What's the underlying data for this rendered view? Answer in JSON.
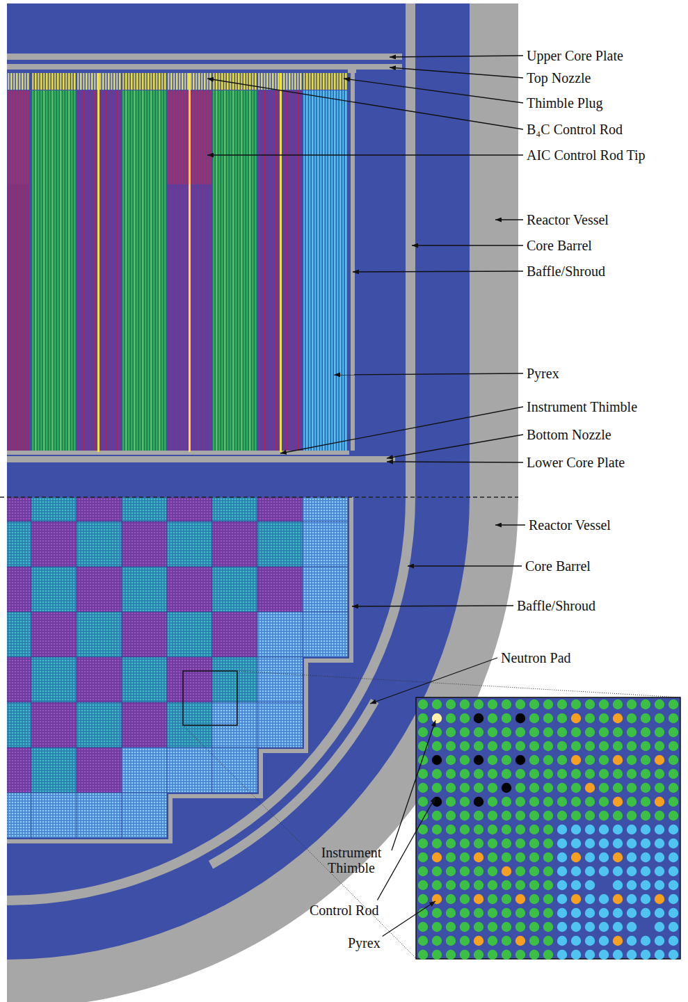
{
  "diagram": {
    "labels": [
      "Upper Core Plate",
      "Top Nozzle",
      "Thimble Plug",
      "B₄C Control Rod",
      "AIC Control Rod Tip",
      "Reactor Vessel",
      "Core Barrel",
      "Baffle/Shroud",
      "Pyrex",
      "Instrument Thimble",
      "Bottom Nozzle",
      "Lower Core Plate",
      "Reactor Vessel",
      "Core Barrel",
      "Baffle/Shroud",
      "Neutron Pad",
      "Instrument Thimble",
      "Control Rod",
      "Pyrex"
    ]
  }
}
